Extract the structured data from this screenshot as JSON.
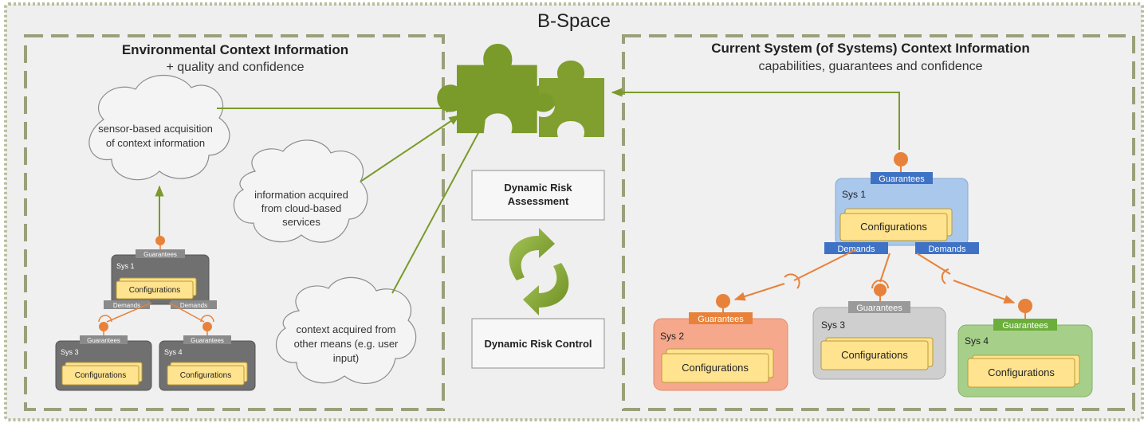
{
  "title": "B-Space",
  "left_panel": {
    "heading": "Environmental Context Information",
    "subheading": "+ quality and confidence",
    "cloud_sensor": [
      "sensor-based acquisition",
      "of context information"
    ],
    "cloud_cloud": [
      "information acquired",
      "from cloud-based",
      "services"
    ],
    "cloud_other": [
      "context acquired from",
      "other means (e.g. user",
      "input)"
    ],
    "sys1": {
      "name": "Sys 1",
      "guarantees": "Guarantees",
      "config": "Configurations",
      "demands_left": "Demands",
      "demands_right": "Demands"
    },
    "sys3": {
      "name": "Sys 3",
      "guarantees": "Guarantees",
      "config": "Configurations"
    },
    "sys4": {
      "name": "Sys 4",
      "guarantees": "Guarantees",
      "config": "Configurations"
    }
  },
  "center": {
    "assessment": [
      "Dynamic Risk",
      "Assessment"
    ],
    "control": "Dynamic Risk Control"
  },
  "right_panel": {
    "heading": "Current System (of Systems) Context Information",
    "subheading": "capabilities, guarantees and confidence",
    "sys1": {
      "name": "Sys 1",
      "guarantees": "Guarantees",
      "config": "Configurations",
      "demands_left": "Demands",
      "demands_right": "Demands"
    },
    "sys2": {
      "name": "Sys 2",
      "guarantees": "Guarantees",
      "config": "Configurations"
    },
    "sys3": {
      "name": "Sys 3",
      "guarantees": "Guarantees",
      "config": "Configurations"
    },
    "sys4": {
      "name": "Sys 4",
      "guarantees": "Guarantees",
      "config": "Configurations"
    }
  },
  "colors": {
    "olive": "#7a9a2a",
    "dash_border": "#9aa07a",
    "orange": "#e8823a",
    "blue_bg": "#a9c8ec",
    "blue_label": "#3f72c4",
    "salmon_bg": "#f5a88c",
    "gray_bg": "#cfcfcf",
    "green_bg": "#a6d08a",
    "green_label": "#6cae3c",
    "config_fill": "#ffe38f"
  }
}
